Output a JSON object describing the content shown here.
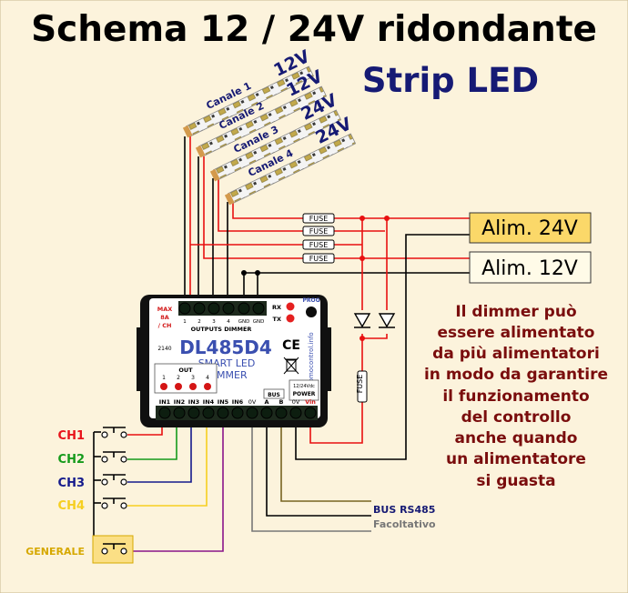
{
  "title": "Schema 12 / 24V ridondante",
  "strip_title": "Strip LED",
  "strips": [
    {
      "label": "Canale 1",
      "voltage": "12V"
    },
    {
      "label": "Canale 2",
      "voltage": "12V"
    },
    {
      "label": "Canale 3",
      "voltage": "24V"
    },
    {
      "label": "Canale 4",
      "voltage": "24V"
    }
  ],
  "fuse_label": "FUSE",
  "psu_24": "Alim. 24V",
  "psu_12": "Alim. 12V",
  "description": [
    "Il dimmer può",
    "essere alimentato",
    "da più alimentatori",
    "in modo da garantire",
    "il funzionamento",
    "del controllo",
    "anche quando",
    "un alimentatore",
    "si guasta"
  ],
  "device": {
    "max_label": [
      "MAX",
      "8A",
      "/ CH"
    ],
    "outputs_title": "OUTPUTS DIMMER",
    "output_pins": [
      "1",
      "2",
      "3",
      "4",
      "GND",
      "GND"
    ],
    "rx": "RX",
    "tx": "TX",
    "prog": "PROG",
    "side_text": "domocontrol.info",
    "brand_dl": "DL",
    "brand_model": "485D4",
    "ce": "CE",
    "smart": "SMART LED",
    "dimmer": "DIMMER",
    "serial": "2140",
    "out_title": "OUT",
    "out_leds": [
      "1",
      "2",
      "3",
      "4"
    ],
    "power_spec": "12/24Vdc",
    "power": "POWER",
    "bus": "BUS",
    "bottom_pins": [
      "IN1",
      "IN2",
      "IN3",
      "IN4",
      "IN5",
      "IN6",
      "0V",
      "A",
      "B",
      "0V",
      "Vin"
    ]
  },
  "channels": [
    {
      "label": "CH1",
      "color": "#e8141b"
    },
    {
      "label": "CH2",
      "color": "#159a1b"
    },
    {
      "label": "CH3",
      "color": "#151a8c"
    },
    {
      "label": "CH4",
      "color": "#f6cf20"
    }
  ],
  "generale": {
    "label": "GENERALE",
    "color": "#d6a800"
  },
  "bus_label": "BUS RS485",
  "bus_optional": "Facoltativo",
  "colors": {
    "background": "#fcf3dc",
    "title": "#000000",
    "strip_title": "#161a74",
    "description": "#7a0d0d",
    "wire_red": "#e81010",
    "wire_purple": "#8a148a",
    "wire_bus": "#776422",
    "psu_24_fill": "#fbd869",
    "psu_12_fill": "#fffbe8",
    "device_body": "#101010",
    "device_face": "#ffffff"
  }
}
